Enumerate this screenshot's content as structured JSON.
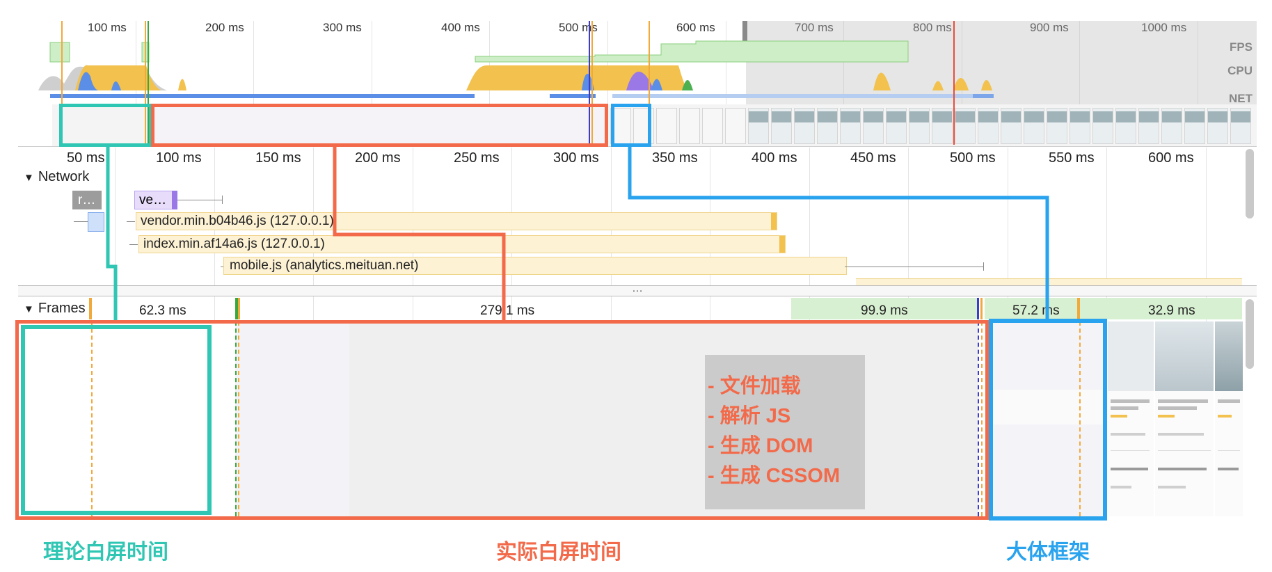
{
  "overview": {
    "top_ticks": [
      "100 ms",
      "200 ms",
      "300 ms",
      "400 ms",
      "500 ms",
      "600 ms",
      "700 ms",
      "800 ms",
      "900 ms",
      "1000 ms"
    ],
    "track_labels": {
      "fps": "FPS",
      "cpu": "CPU",
      "net": "NET"
    },
    "flame_ticks": [
      "50 ms",
      "100 ms",
      "150 ms",
      "200 ms",
      "250 ms",
      "300 ms",
      "350 ms",
      "400 ms",
      "450 ms",
      "500 ms",
      "550 ms",
      "600 ms"
    ]
  },
  "network": {
    "section_label": "Network",
    "expand_glyph": "▼",
    "rows": [
      {
        "short_a": "r…",
        "short_b": "ve…"
      },
      {
        "label": "vendor.min.b04b46.js (127.0.0.1)"
      },
      {
        "label": "index.min.af14a6.js (127.0.0.1)"
      },
      {
        "label": "mobile.js (analytics.meituan.net)"
      }
    ],
    "more_glyph": "…"
  },
  "frames": {
    "section_label": "Frames",
    "expand_glyph": "▼",
    "durations": [
      "62.3 ms",
      "279.1 ms",
      "99.9 ms",
      "57.2 ms",
      "32.9 ms"
    ]
  },
  "annotation": {
    "lines": [
      "- 文件加载",
      "- 解析 JS",
      "- 生成 DOM",
      "- 生成 CSSOM"
    ]
  },
  "captions": {
    "theory": "理论白屏时间",
    "actual": "实际白屏时间",
    "skeleton": "大体框架"
  },
  "colors": {
    "teal": "#2fc6b3",
    "orange": "#f26a4a",
    "blue": "#2aa3ee",
    "scripting": "#f2c14e",
    "rendering": "#9a78e6",
    "loading": "#5b8ee6",
    "idle": "#cfcfcf",
    "fps_green": "#cdeec6"
  }
}
